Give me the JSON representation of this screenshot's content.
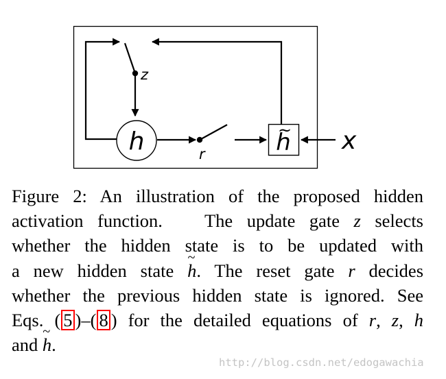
{
  "diagram": {
    "nodes": {
      "h": "h",
      "h_tilde": "h",
      "h_tilde_accent": "~",
      "x": "x"
    },
    "gates": {
      "z": "z",
      "r": "r"
    }
  },
  "caption": {
    "line1": "Figure 2: An illustration of the proposed hidden",
    "line2_a": "activation function.",
    "line2_b": "The update gate",
    "line2_var": "z",
    "line2_c": "selects",
    "line3": "whether the hidden state is to be updated with",
    "line4_a": "a new hidden state",
    "line4_b": ".  The reset gate",
    "line4_var": "r",
    "line4_c": "decides",
    "line5": "whether the previous hidden state is ignored. See",
    "line6_a": "Eqs. (",
    "ref_5": "5",
    "line6_b": ")–(",
    "ref_8": "8",
    "line6_c": ") for the detailed equations of",
    "line6_r": "r",
    "line6_z": "z",
    "line6_h": "h",
    "line7_a": "and",
    "line7_b": ".",
    "sep_comma": ",",
    "tilde": "~",
    "h_letter": "h"
  },
  "watermark": "http://blog.csdn.net/edogawachia"
}
